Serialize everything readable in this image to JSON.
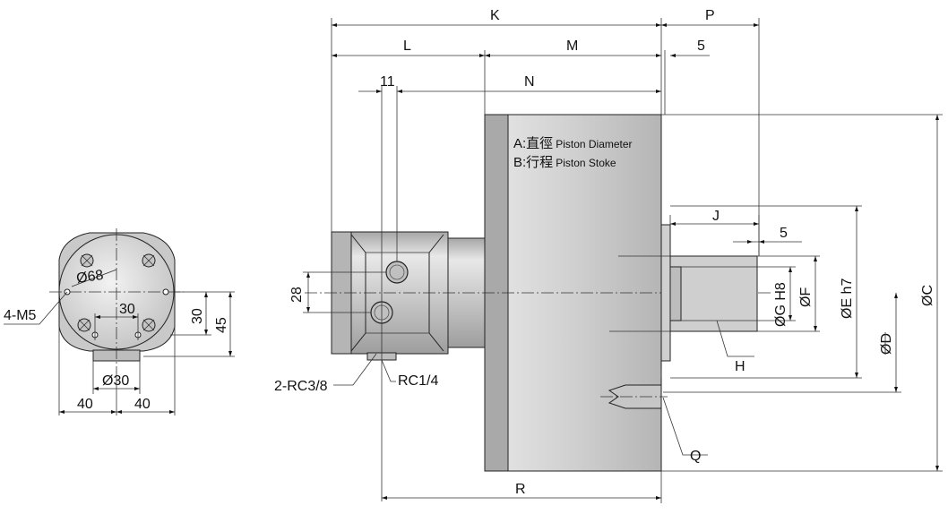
{
  "labels": {
    "K": "K",
    "P": "P",
    "L": "L",
    "M": "M",
    "five_top": "5",
    "eleven": "11",
    "N": "N",
    "J": "J",
    "five_right": "5",
    "twenty_eight": "28",
    "phi_g_h8": "ØG H8",
    "phi_f": "ØF",
    "phi_e_h7": "ØE h7",
    "phi_c": "ØC",
    "phi_d": "ØD",
    "H": "H",
    "Q": "Q",
    "R": "R",
    "rc38": "2-RC3/8",
    "rc14": "RC1/4",
    "note_a_prefix": "A:直徑",
    "note_a_en": "Piston Diameter",
    "note_b_prefix": "B:行程",
    "note_b_en": "Piston Stoke",
    "m5": "4-M5",
    "phi68": "Ø68",
    "thirty_inner": "30",
    "thirty_side": "30",
    "fortyfive": "45",
    "phi30": "Ø30",
    "forty_left": "40",
    "forty_right": "40"
  },
  "colors": {
    "body_fill": "#d2d2d2",
    "body_dark": "#a9a9a9",
    "body_light": "#e9e9e9",
    "line": "#222222"
  }
}
